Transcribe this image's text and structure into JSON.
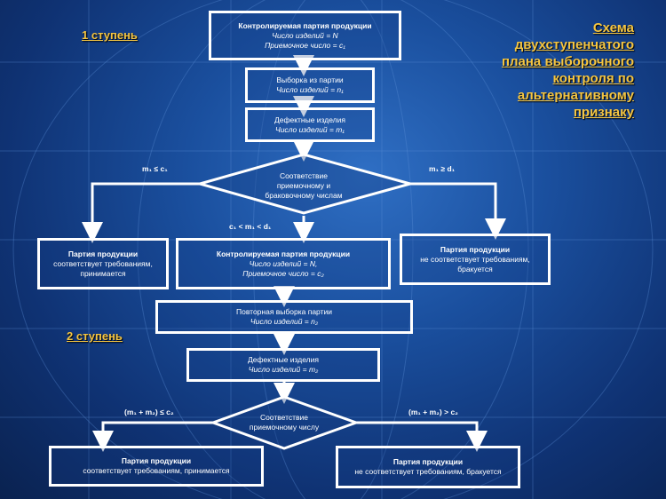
{
  "title": [
    "Схема",
    "двухступенчатого",
    "плана выборочного",
    "контроля по",
    "альтернативному",
    "признаку"
  ],
  "stage1": "1 ступень",
  "stage2": "2 ступень",
  "box_lot": {
    "title": "Контролируемая партия продукции",
    "l1": "Число изделий = N",
    "l2": "Приемочное число = c₁"
  },
  "box_sample1": {
    "title": "Выборка из партии",
    "l1": "Число изделий = n₁"
  },
  "box_defects1": {
    "title": "Дефектные изделия",
    "l1": "Число изделий = m₁"
  },
  "decision1": {
    "l1": "Соответствие",
    "l2": "приемочному и",
    "l3": "браковочному  числам"
  },
  "cond_left1": "m₁ ≤ c₁",
  "cond_right1": "m₁ ≥ d₁",
  "cond_mid1": "c₁ < m₁ < d₁",
  "box_accept1": {
    "title": "Партия продукции",
    "l1": "соответствует требованиям,",
    "l2": "принимается"
  },
  "box_lot2": {
    "title": "Контролируемая партия продукции",
    "l1": "Число изделий = N,",
    "l2": "Приемочное число = c₂"
  },
  "box_reject1": {
    "title": "Партия продукции",
    "l1": "не соответствует требованиям,",
    "l2": "бракуется"
  },
  "box_sample2": {
    "title": "Повторная выборка партии",
    "l1": "Число изделий = n₂"
  },
  "box_defects2": {
    "title": "Дефектные изделия",
    "l1": "Число изделий = m₂"
  },
  "decision2": {
    "l1": "Соответствие",
    "l2": "приемочному числу"
  },
  "cond_left2": "(m₁ + m₂) ≤ c₂",
  "cond_right2": "(m₁ + m₂) > c₂",
  "box_accept2": {
    "title": "Партия продукции",
    "l1": "соответствует требованиям, принимается"
  },
  "box_reject2": {
    "title": "Партия продукции",
    "l1": "не соответствует требованиям, бракуется"
  }
}
